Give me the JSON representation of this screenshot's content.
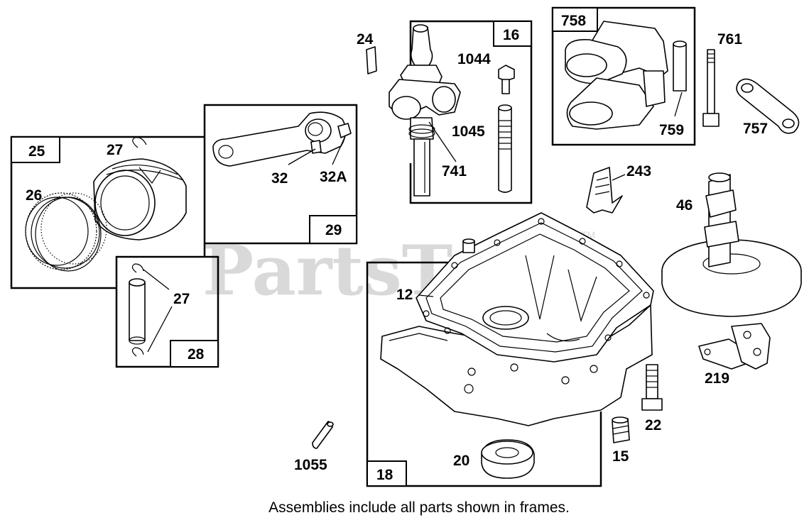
{
  "watermark": {
    "text": "PartsTree",
    "trademark": "TM"
  },
  "frames": {
    "f16": "16",
    "f25": "25",
    "f29": "29",
    "f28": "28",
    "f18": "18",
    "f758": "758"
  },
  "labels": {
    "p24": "24",
    "p1044": "1044",
    "p1045": "1045",
    "p741": "741",
    "p27a": "27",
    "p26": "26",
    "p32": "32",
    "p32a": "32A",
    "p27b": "27",
    "p12": "12",
    "p20": "20",
    "p1055": "1055",
    "p761": "761",
    "p759": "759",
    "p757": "757",
    "p243": "243",
    "p46": "46",
    "p219": "219",
    "p22": "22",
    "p15": "15"
  },
  "caption": "Assemblies include all parts shown in frames."
}
